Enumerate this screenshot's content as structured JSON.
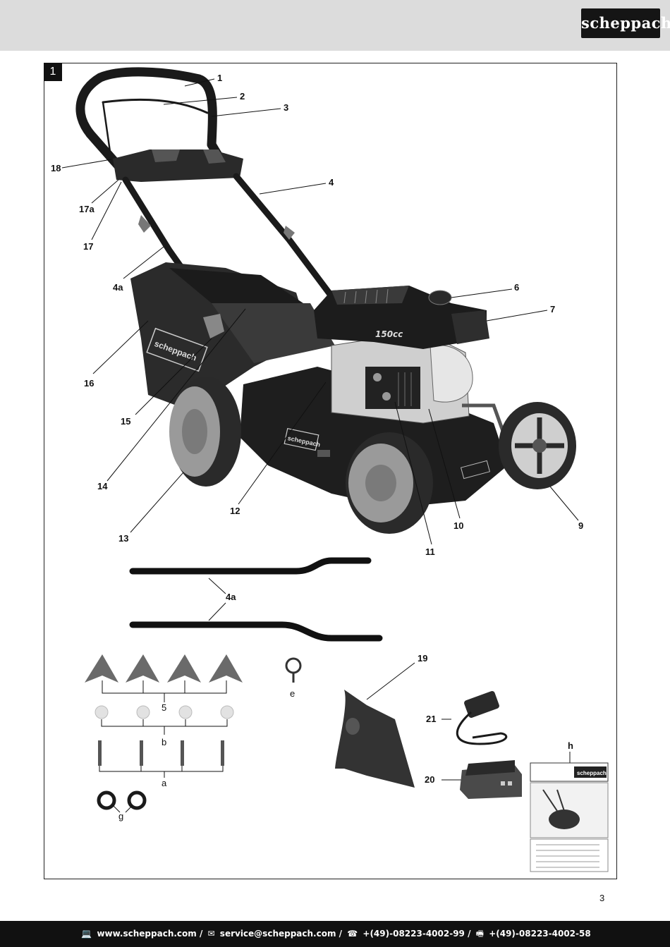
{
  "header": {
    "logo_text": "scheppach"
  },
  "figure": {
    "number": "1",
    "callouts": {
      "c1": "1",
      "c2": "2",
      "c3": "3",
      "c4": "4",
      "c4a": "4a",
      "c6": "6",
      "c7": "7",
      "c9": "9",
      "c10": "10",
      "c11": "11",
      "c12": "12",
      "c13": "13",
      "c14": "14",
      "c15": "15",
      "c16": "16",
      "c17": "17",
      "c17a": "17a",
      "c18": "18",
      "c19": "19",
      "c20": "20",
      "c21": "21",
      "c4a_rods": "4a",
      "h": "h"
    },
    "parts_labels": {
      "p5": "5",
      "pb": "b",
      "pa": "a",
      "pg": "g",
      "pe": "e"
    },
    "engine_badge": "150cc",
    "deck_logo": "scheppach",
    "bag_logo": "scheppach",
    "rating_plate_logo": "scheppach"
  },
  "page_number": "3",
  "footer": {
    "website": "www.scheppach.com",
    "email": "service@scheppach.com",
    "phone": "+(49)-08223-4002-99",
    "fax": "+(49)-08223-4002-58",
    "sep": "/",
    "icons": [
      "computer-icon",
      "mail-icon",
      "phone-icon",
      "fax-icon"
    ]
  }
}
